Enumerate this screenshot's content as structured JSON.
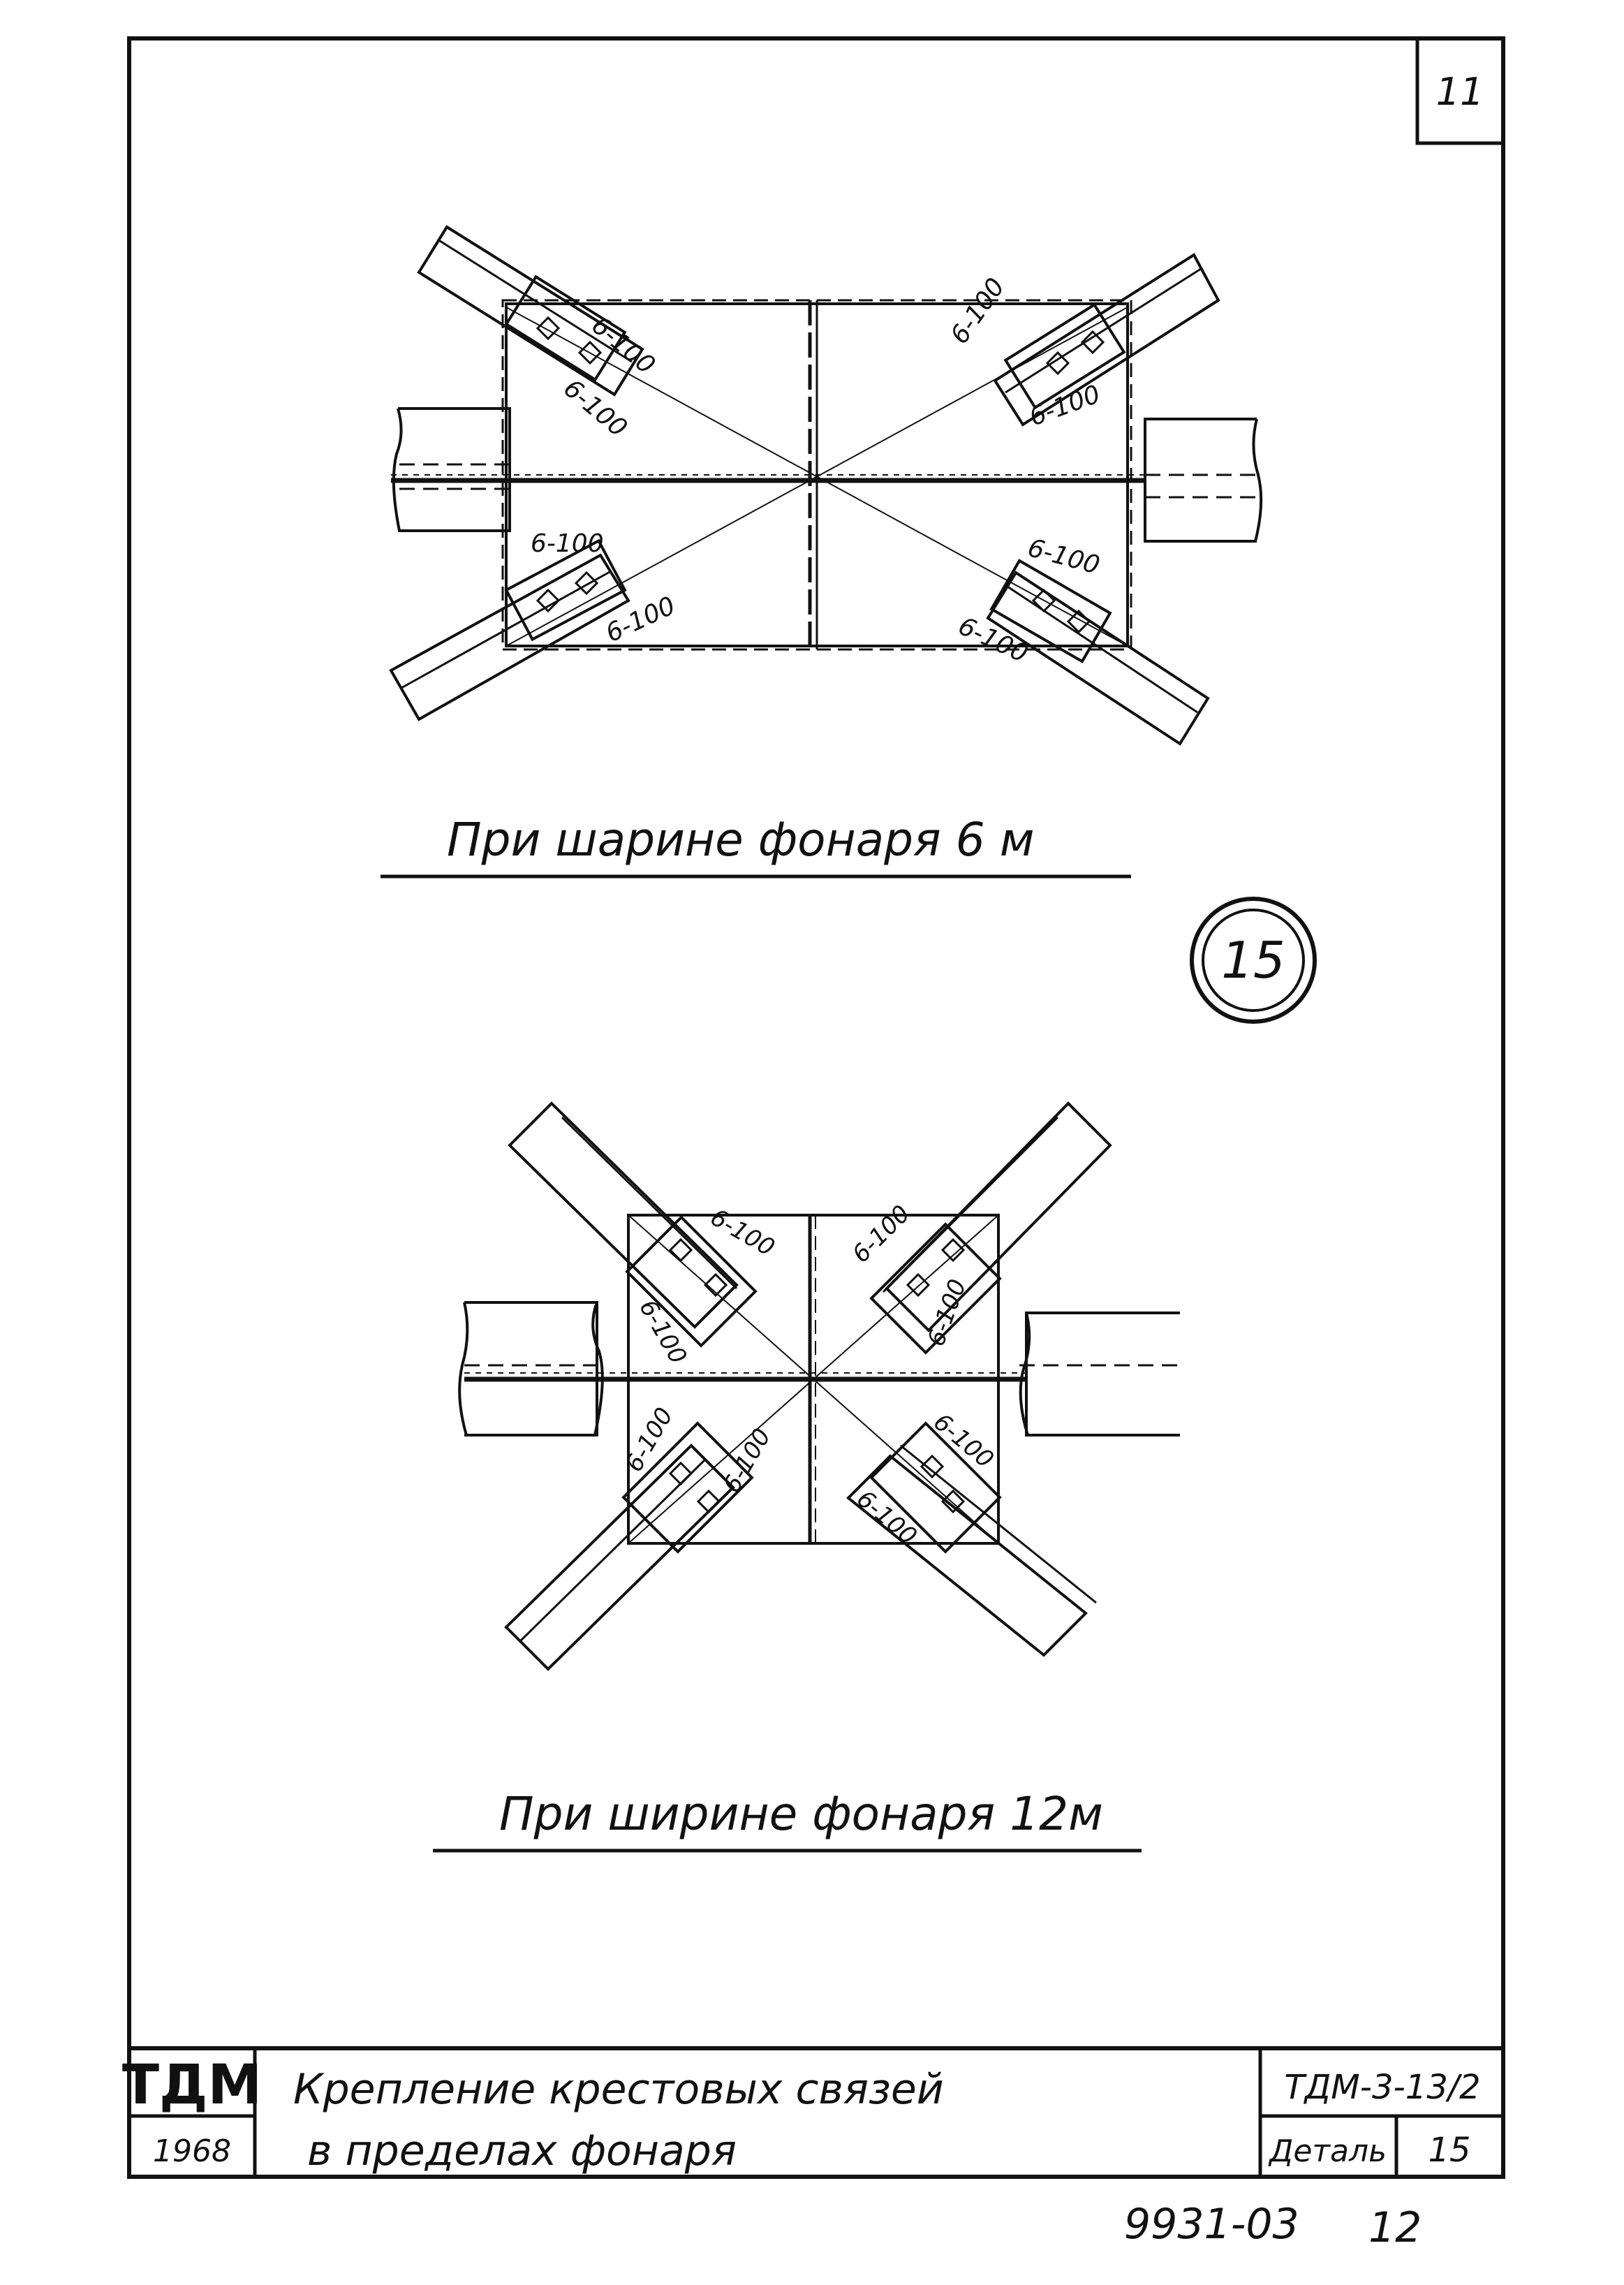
{
  "sheet_number": "11",
  "detail_marker": "15",
  "variant_6m": {
    "caption": "При шарине фонаря 6 м",
    "weld_label": "6-100"
  },
  "variant_12m": {
    "caption": "При ширине фонаря 12м",
    "weld_label": "6-100"
  },
  "title_block": {
    "org": "ТДМ",
    "year": "1968",
    "title_line1": "Крепление крестовых связей",
    "title_line2": "в пределах фонаря",
    "code": "ТДМ-3-13/2",
    "detail_label": "Деталь",
    "detail_number": "15"
  },
  "footer": {
    "doc_number": "9931-03",
    "page": "12"
  }
}
